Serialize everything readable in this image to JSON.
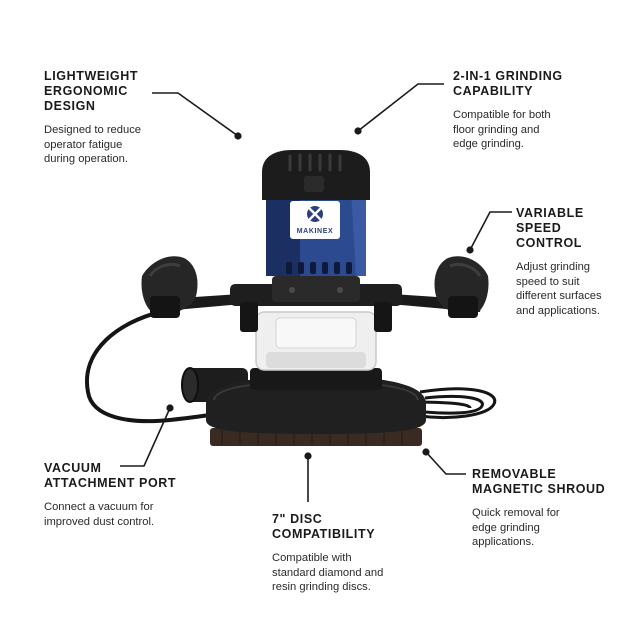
{
  "product": {
    "brand": "MAKINEX",
    "colors": {
      "body_blue": "#2b4a8f",
      "body_dark": "#1b2f63",
      "plastic_black": "#1a1a1a",
      "collar": "#ededed",
      "brush": "#3a2b22",
      "leader": "#1a1a1a"
    },
    "icons": [
      "brand-logo-icon"
    ]
  },
  "callouts": [
    {
      "id": "lightweight",
      "title": "LIGHTWEIGHT\nERGONOMIC\nDESIGN",
      "desc": "Designed to reduce\noperator fatigue\nduring operation."
    },
    {
      "id": "two-in-one",
      "title": "2-IN-1 GRINDING\nCAPABILITY",
      "desc": "Compatible for both\nfloor grinding and\nedge grinding."
    },
    {
      "id": "variable-speed",
      "title": "VARIABLE\nSPEED CONTROL",
      "desc": "Adjust grinding\nspeed to suit\ndifferent surfaces\nand applications."
    },
    {
      "id": "vacuum",
      "title": "VACUUM\nATTACHMENT PORT",
      "desc": "Connect a vacuum for\nimproved dust control."
    },
    {
      "id": "disc",
      "title": "7\" DISC\nCOMPATIBILITY",
      "desc": "Compatible with\nstandard diamond and\nresin grinding discs."
    },
    {
      "id": "shroud",
      "title": "REMOVABLE\nMAGNETIC SHROUD",
      "desc": "Quick removal for\nedge grinding\napplications."
    }
  ]
}
